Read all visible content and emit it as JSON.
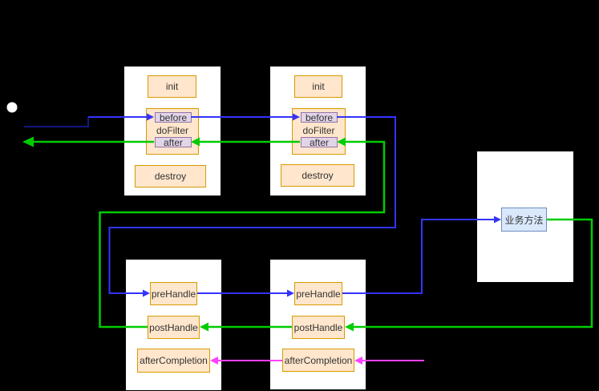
{
  "diagram_title": "filter-interceptor-flow",
  "colors": {
    "background": "#000000",
    "lane_fill": "#ffffff",
    "request": "#3333ff",
    "request_start": "#2222cc",
    "response": "#00cc00",
    "completion": "#ff40ff",
    "orange_fill": "#ffe6cc",
    "orange_stroke": "#d79b00",
    "purple_fill": "#e1d5e7",
    "purple_stroke": "#9673a6",
    "blue_fill": "#dae8fc",
    "blue_stroke": "#6c8ebf",
    "start_node_fill": "#ffffff"
  },
  "filters": [
    {
      "init": "init",
      "do_filter": "doFilter",
      "before": "before",
      "after": "after",
      "destroy": "destroy"
    },
    {
      "init": "init",
      "do_filter": "doFilter",
      "before": "before",
      "after": "after",
      "destroy": "destroy"
    }
  ],
  "interceptors": [
    {
      "pre_handle": "preHandle",
      "post_handle": "postHandle",
      "after_completion": "afterCompletion"
    },
    {
      "pre_handle": "preHandle",
      "post_handle": "postHandle",
      "after_completion": "afterCompletion"
    }
  ],
  "servlet": {
    "business_method": "业务方法"
  }
}
